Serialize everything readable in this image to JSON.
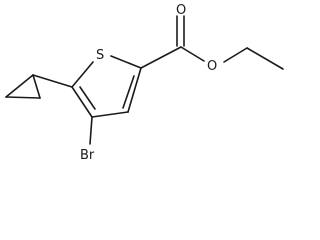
{
  "molecule": {
    "atoms": {
      "sulfur": "S",
      "bromine": "Br",
      "carbonyl_oxygen": "O",
      "ester_oxygen": "O"
    },
    "colors": {
      "bond": "#1a1a1a",
      "background": "#ffffff"
    }
  }
}
